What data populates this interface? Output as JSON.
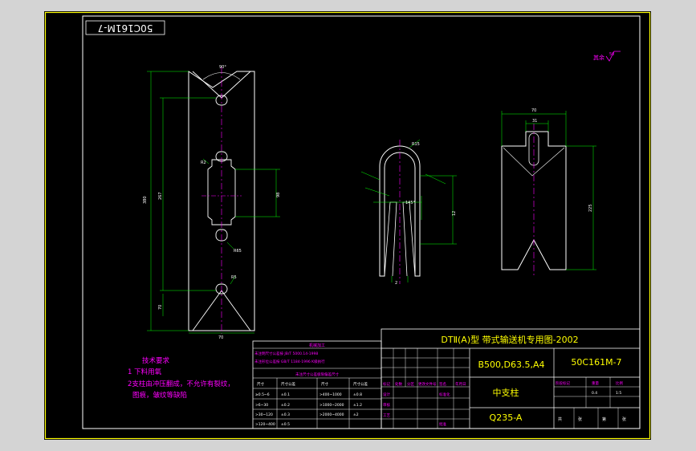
{
  "drawing": {
    "rotated_code": "50C161M-7",
    "roughness_label": "其余",
    "roughness_value": "50",
    "title": "DTⅡ(A)型  带式输送机专用图-2002",
    "spec": "B500,D63.5,A4",
    "code": "50C161M-7",
    "part_name": "中支柱",
    "material": "Q235-A",
    "tech_req_title": "技术要求",
    "tech_req_1": "1 下料用氧",
    "tech_req_2a": "2支柱由冲压翻成，不允许有裂纹，",
    "tech_req_2b": "图痕，皱纹等缺陷"
  },
  "notes_table": {
    "title": "机械加工",
    "line1": "未注明尺寸公差按 JB/T 5000.14-1998",
    "line2": "未注形位公差按 GB/T 1184-1996 K级执行",
    "sub_title": "未注尺寸公差极限偏差尺寸",
    "header": [
      "尺寸",
      "尺寸公差",
      "尺寸",
      "尺寸公差"
    ],
    "rows": [
      [
        "≥0.5~6",
        "±0.1",
        ">400~1000",
        "±0.8"
      ],
      [
        ">6~30",
        "±0.2",
        ">1000~2000",
        "±1.2"
      ],
      [
        ">30~120",
        "±0.3",
        ">2000~4000",
        "±2"
      ],
      [
        ">120~400",
        "±0.5",
        "",
        ""
      ]
    ]
  },
  "sign_block": {
    "labels": [
      "标记",
      "处数",
      "分区",
      "更改文件号",
      "签名",
      "年月日",
      "设计",
      "标准化",
      "审核",
      "工艺",
      "批准"
    ]
  },
  "stage_block": {
    "headers": [
      "阶段标记",
      "重量",
      "比例"
    ],
    "values": [
      "",
      "0.4",
      "1:5"
    ],
    "bottom": [
      "共",
      "张",
      "第",
      "张"
    ]
  },
  "dims": {
    "front_top_angle": "90°",
    "front_total_height": "380",
    "front_inner_height": "267",
    "front_slot_height": "98",
    "front_r_top": "R2",
    "front_r_low": "R65",
    "front_r_bottom": "R5",
    "front_bottom_height": "70",
    "front_width": "70",
    "mid_r": "R15",
    "mid_angle": "145°",
    "mid_height": "12",
    "mid_small": "2",
    "right_width": "70",
    "right_slot": "31",
    "right_height": "225"
  }
}
